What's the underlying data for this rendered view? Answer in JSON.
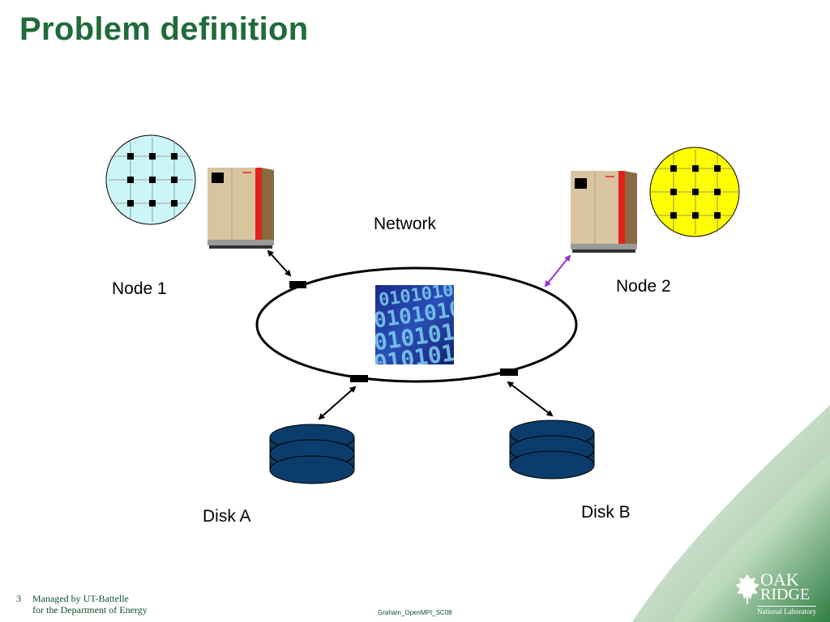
{
  "slide": {
    "title": "Problem definition"
  },
  "diagram": {
    "network_label": "Network",
    "node1_label": "Node 1",
    "node2_label": "Node 2",
    "diskA_label": "Disk A",
    "diskB_label": "Disk B",
    "binary_texture": "0101010"
  },
  "footer": {
    "page_number": "3",
    "managed_line1": "Managed by UT-Battelle",
    "managed_line2": "for the Department of Energy",
    "center_text": "Graham_OpenMPI_SC08"
  },
  "logo": {
    "oak": "OAK",
    "ridge": "RIDGE",
    "lab": "National Laboratory"
  },
  "colors": {
    "title": "#1f6b3a",
    "node1_circle": "#ccf5f7",
    "node2_circle": "#ffff00",
    "disk": "#0a3d6b",
    "arrow_node2": "#9b30d0",
    "server_body": "#d9c4a0",
    "server_stripe": "#e0241c",
    "server_side": "#8a6a40"
  }
}
